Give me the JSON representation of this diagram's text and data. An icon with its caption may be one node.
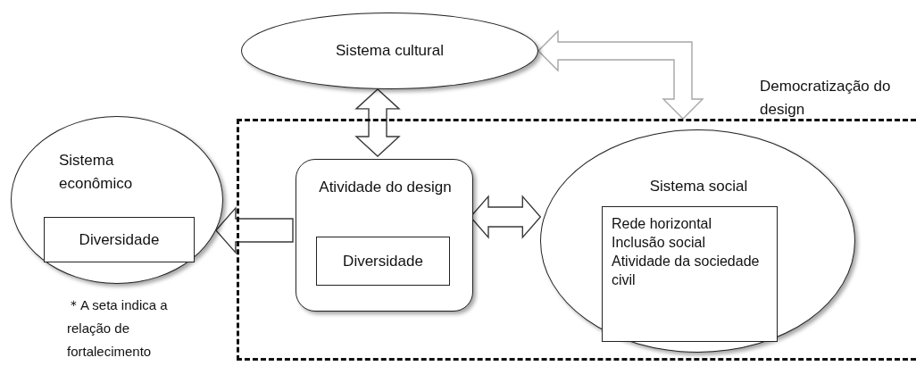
{
  "diagram": {
    "nodes": [
      {
        "text": [
          "Sistema cultural"
        ]
      },
      {
        "text": [
          "Democratização do design"
        ]
      },
      {
        "text": [
          "Sistema econômico"
        ]
      },
      {
        "text": [
          "Diversidade"
        ],
        "in": 2
      },
      {
        "text": [
          "Atividade do design"
        ],
        "in": 1
      },
      {
        "text": [
          "Diversidade"
        ],
        "in": 4
      },
      {
        "text": [
          "Sistema social"
        ],
        "in": 1
      },
      {
        "text": [
          "Rede horizontal",
          "Inclusão social",
          "Atividade da sociedade civil"
        ],
        "in": 6
      }
    ],
    "edges": [
      {
        "from": 0,
        "to": 4,
        "arrow": "both"
      },
      {
        "from": 0,
        "to": 1,
        "arrow": "both",
        "color": "#a6a6a6"
      },
      {
        "from": 4,
        "to": 2,
        "arrow": "to"
      },
      {
        "from": 4,
        "to": 6,
        "arrow": "both"
      }
    ],
    "labels": [
      "＊A seta indica a",
      "relação de",
      "fortalecimento"
    ]
  }
}
